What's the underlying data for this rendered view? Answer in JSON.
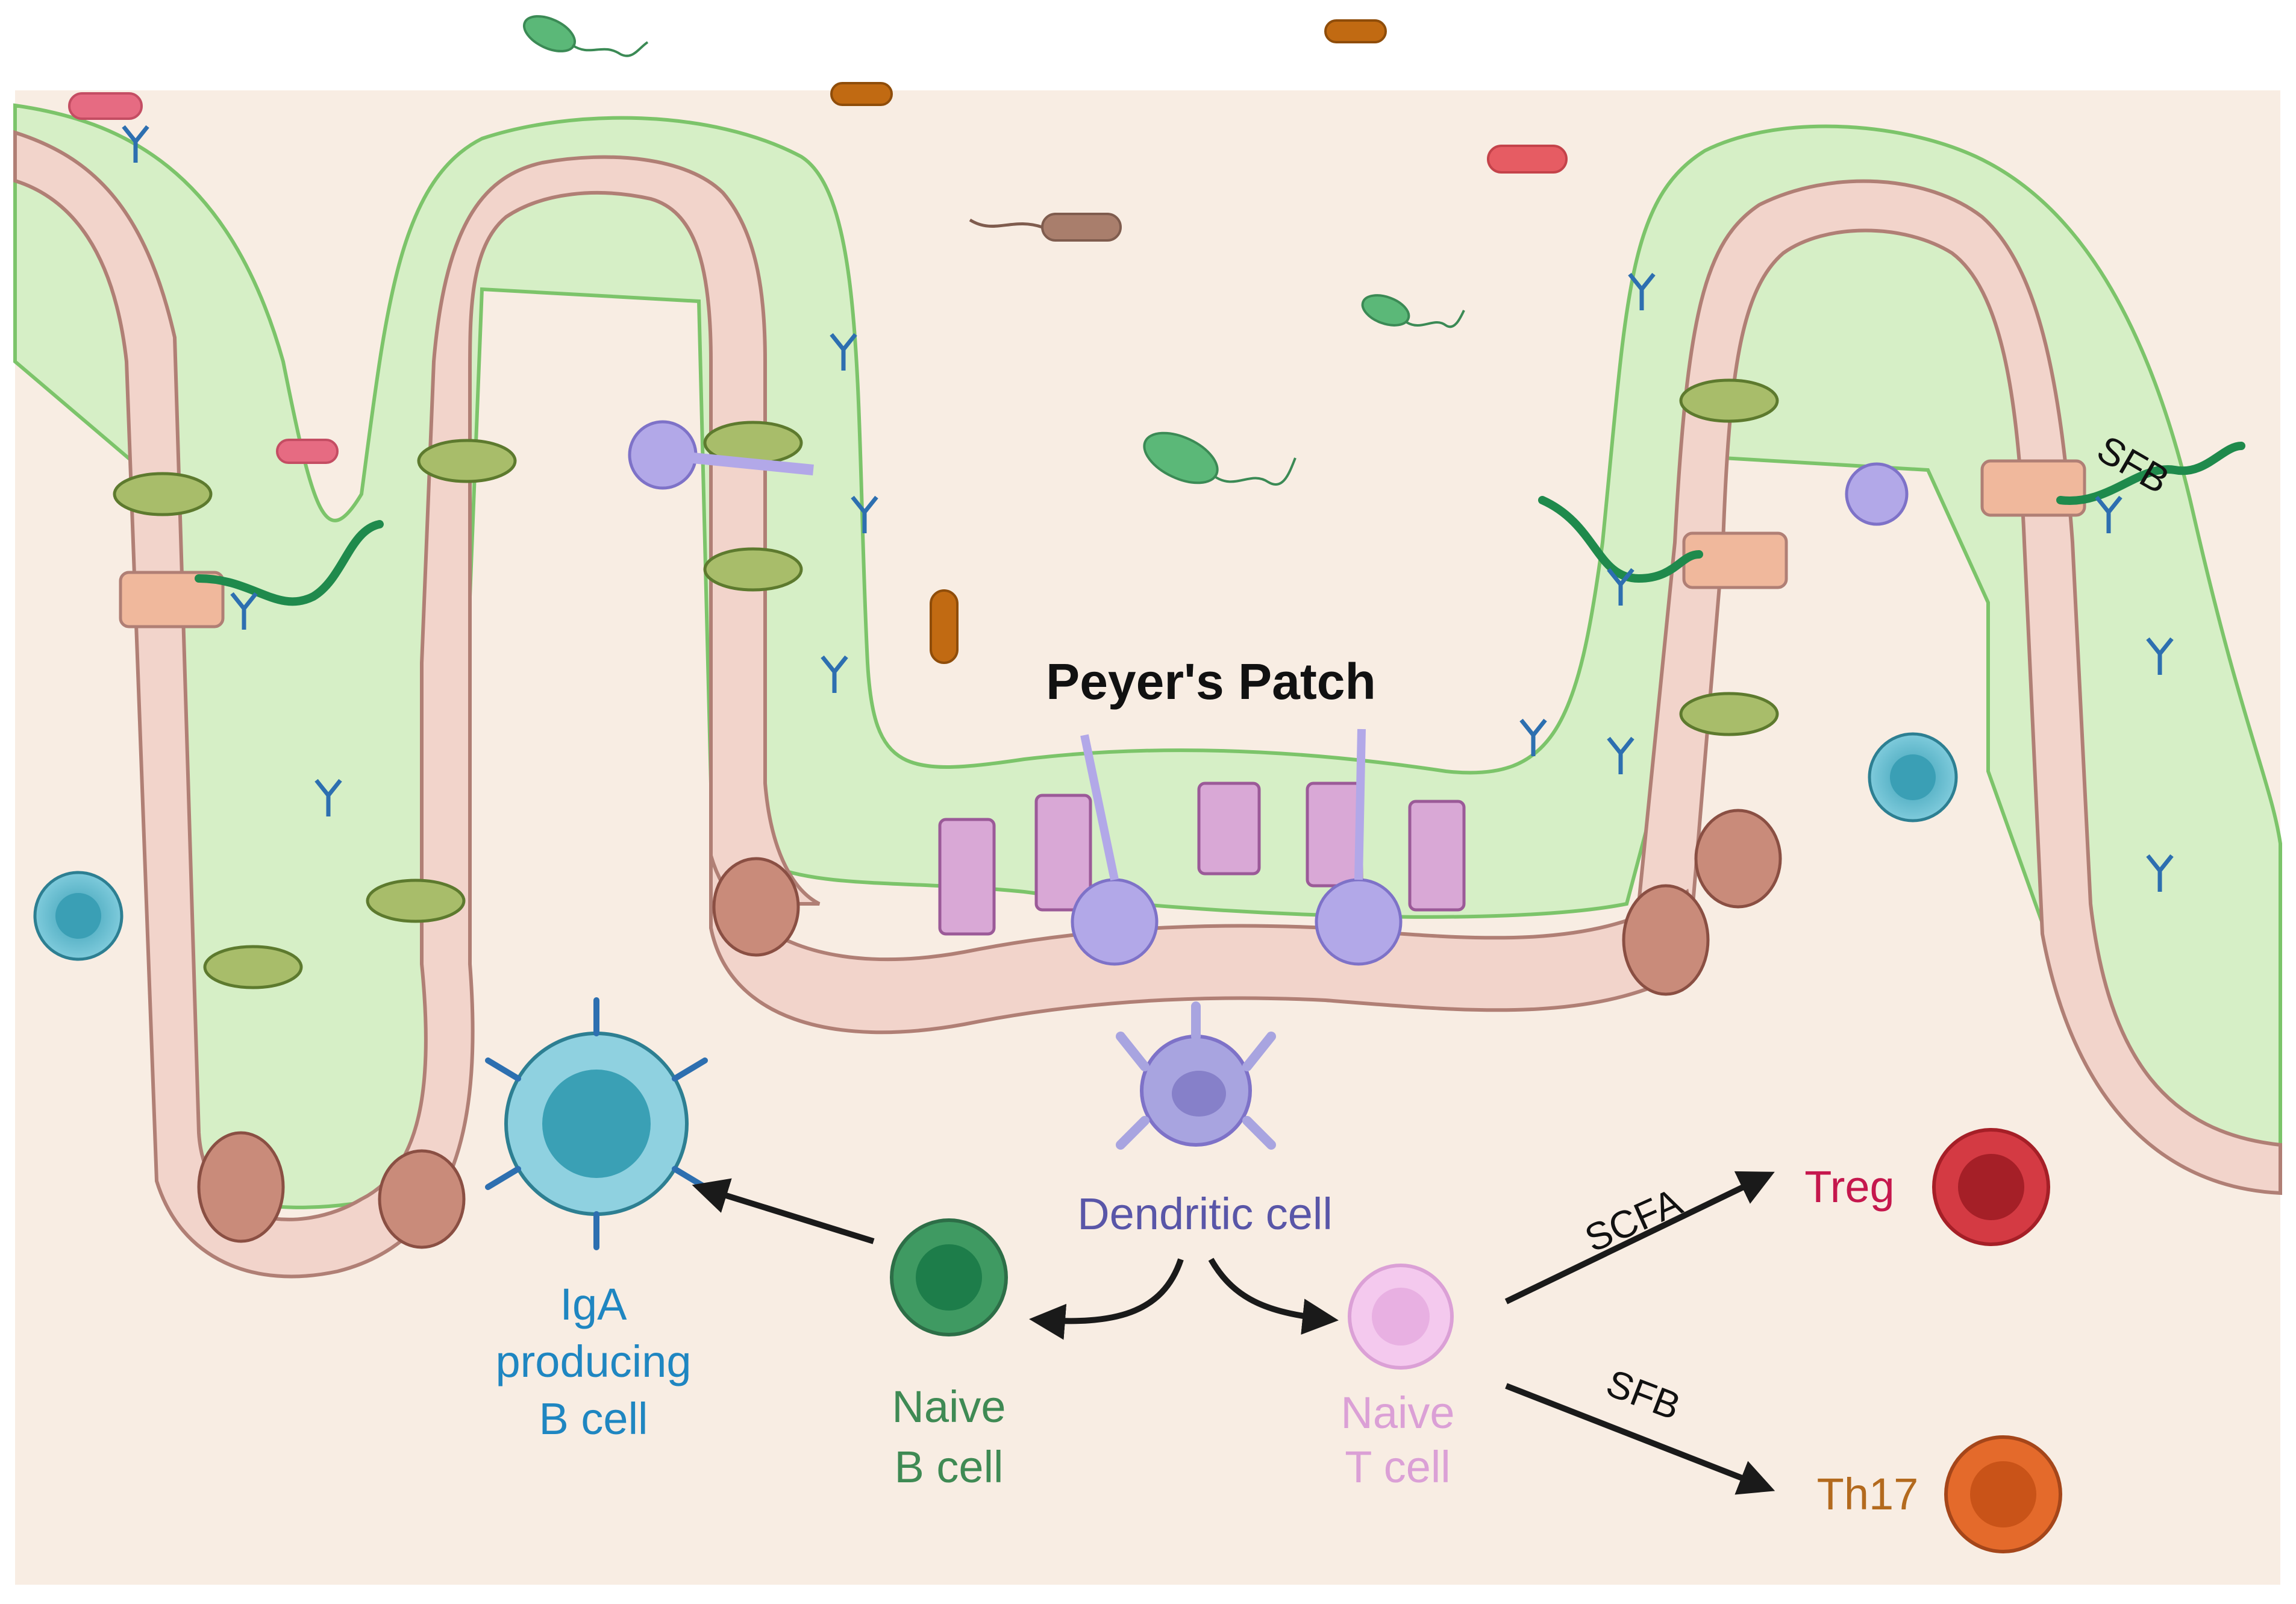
{
  "title": "Peyer's Patch",
  "labels": {
    "dendritic_cell": "Dendritic cell",
    "iga_line1": "IgA",
    "iga_line2": "producing",
    "iga_line3": "B cell",
    "naive_b_line1": "Naive",
    "naive_b_line2": "B cell",
    "naive_t_line1": "Naive",
    "naive_t_line2": "T cell",
    "treg": "Treg",
    "th17": "Th17",
    "scfa": "SCFA",
    "sfb_arrow": "SFB",
    "sfb_villus": "SFB"
  },
  "colors": {
    "lamina": "#f8ede3",
    "mucus": "#d6efc6",
    "mucus_edge": "#7cc46a",
    "epithelium": "#f2d4cb",
    "epithelium_edge": "#b07f75",
    "dendritic": "#a8a4e0",
    "iga_text": "#1f86c1",
    "naive_b_text": "#3f8a54",
    "naive_t_text": "#dba0d6",
    "treg_text": "#c5174d",
    "th17_text": "#b36a1e",
    "dc_text": "#5956a8",
    "arrow": "#1a1a1a"
  }
}
